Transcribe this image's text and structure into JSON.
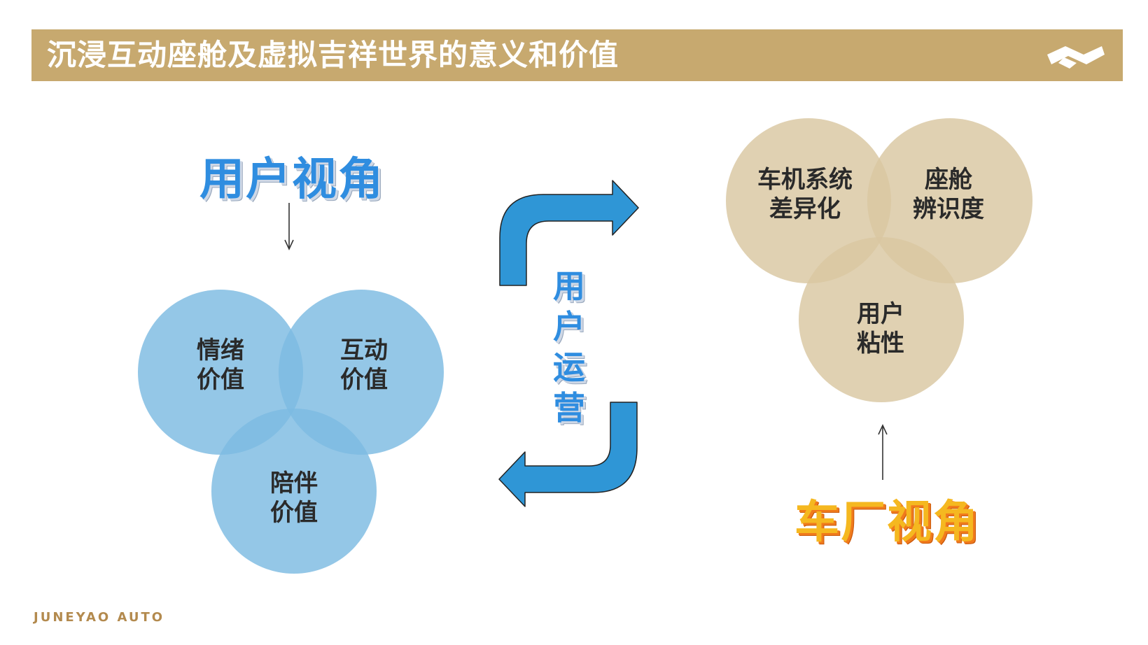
{
  "header": {
    "title": "沉浸互动座舱及虚拟吉祥世界的意义和价值"
  },
  "colors": {
    "title_bar": "#c7a96f",
    "user_blue": "#2f8de0",
    "user_circle": "#7dbbe2",
    "arrow_blue": "#2f96d6",
    "factory_gold": "#f5b820",
    "factory_circle": "#d9c7a1"
  },
  "user_view": {
    "heading": "用户视角",
    "circles": [
      {
        "lines": [
          "情绪",
          "价值"
        ]
      },
      {
        "lines": [
          "互动",
          "价值"
        ]
      },
      {
        "lines": [
          "陪伴",
          "价值"
        ]
      }
    ]
  },
  "operation": {
    "chars": [
      "用",
      "户",
      "运",
      "营"
    ]
  },
  "factory_view": {
    "heading": "车厂视角",
    "circles": [
      {
        "lines": [
          "车机系统",
          "差异化"
        ]
      },
      {
        "lines": [
          "座舱",
          "辨识度"
        ]
      },
      {
        "lines": [
          "用户",
          "粘性"
        ]
      }
    ]
  },
  "footer": {
    "logo_text": "JUNEYAO AUTO"
  },
  "icons": {
    "brand": "juneyao-wave-logo-icon",
    "down_arrow": "arrow-down-icon",
    "up_arrow": "arrow-up-icon"
  }
}
